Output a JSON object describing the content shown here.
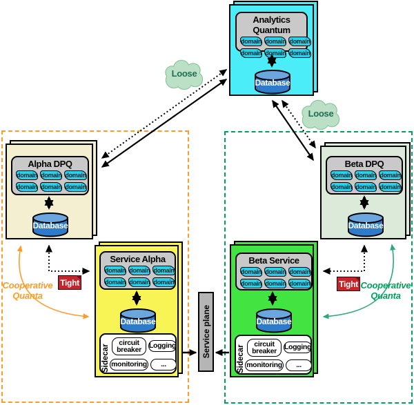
{
  "diagram": {
    "quanta": {
      "analytics": {
        "title": "Analytics Quantum"
      },
      "alpha_dpq": {
        "title": "Alpha DPQ"
      },
      "beta_dpq": {
        "title": "Beta DPQ"
      },
      "service_alpha": {
        "title": "Service Alpha"
      },
      "beta_service": {
        "title": "Beta Service"
      }
    },
    "labels": {
      "domain": "domain",
      "database": "Database",
      "loose": "Loose",
      "tight": "Tight",
      "sidecar": "Sidecar",
      "service_plane": "Service plane",
      "circuit_breaker": "circuit breaker",
      "logging": "Logging",
      "monitoring": "monitoring",
      "more": "...",
      "cooperative_quanta": "Cooperative Quanta"
    },
    "colors": {
      "analytics_fill": "#4BEEF8",
      "domain_chip_fill": "#2BCFE8",
      "alpha_dpq_fill": "#F5EFD1",
      "service_alpha_fill": "#F9F455",
      "beta_dpq_fill": "#DCEAD9",
      "beta_service_fill": "#41E441",
      "database_fill": "#2E7CC9",
      "cloud_fill": "#BCE0C6",
      "tight_fill": "#C4242C",
      "cooperative_left_accent": "#FF9B28",
      "cooperative_right_accent": "#00A05C",
      "panel_fill": "#C9C9C9",
      "service_plane_fill": "#B5B5B5"
    }
  }
}
